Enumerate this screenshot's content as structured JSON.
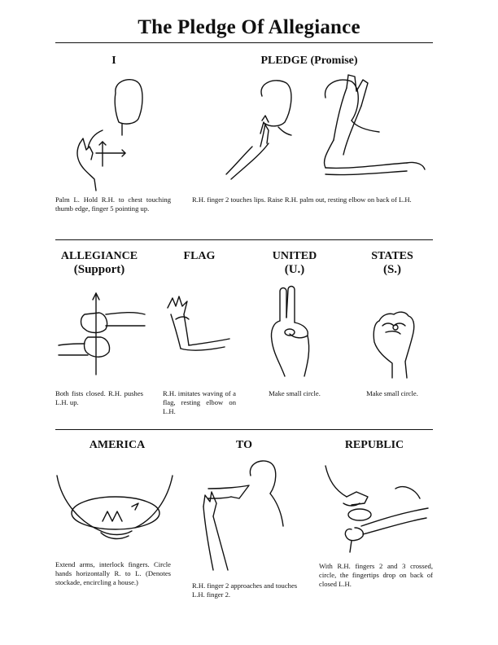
{
  "title": "The Pledge Of Allegiance",
  "signs": {
    "i": {
      "word": "I",
      "caption": "Palm L. Hold R.H. to chest touching thumb edge, finger 5 pointing up."
    },
    "pledge": {
      "word": "PLEDGE (Promise)",
      "caption": "R.H. finger 2 touches lips. Raise R.H. palm out, resting elbow on back of L.H."
    },
    "allegiance": {
      "word": "ALLEGIANCE",
      "sub": "(Support)",
      "caption": "Both fists closed. R.H. pushes L.H. up."
    },
    "flag": {
      "word": "FLAG",
      "caption": "R.H. imitates waving of a flag, resting elbow on L.H."
    },
    "united": {
      "word": "UNITED",
      "sub": "(U.)",
      "caption": "Make small circle."
    },
    "states": {
      "word": "STATES",
      "sub": "(S.)",
      "caption": "Make small circle."
    },
    "america": {
      "word": "AMERICA",
      "caption": "Extend arms, interlock fingers. Circle hands horizontally R. to L. (Denotes stockade, encircling a house.)"
    },
    "to": {
      "word": "TO",
      "caption": "R.H. finger 2 approaches and touches L.H. finger 2."
    },
    "republic": {
      "word": "REPUBLIC",
      "caption": "With R.H. fingers 2 and 3 crossed, circle, the fingertips drop on back of closed L.H."
    }
  },
  "icons": [
    "figure-i",
    "figure-pledge",
    "figure-allegiance",
    "figure-flag",
    "figure-united",
    "figure-states",
    "figure-america",
    "figure-to",
    "figure-republic"
  ]
}
